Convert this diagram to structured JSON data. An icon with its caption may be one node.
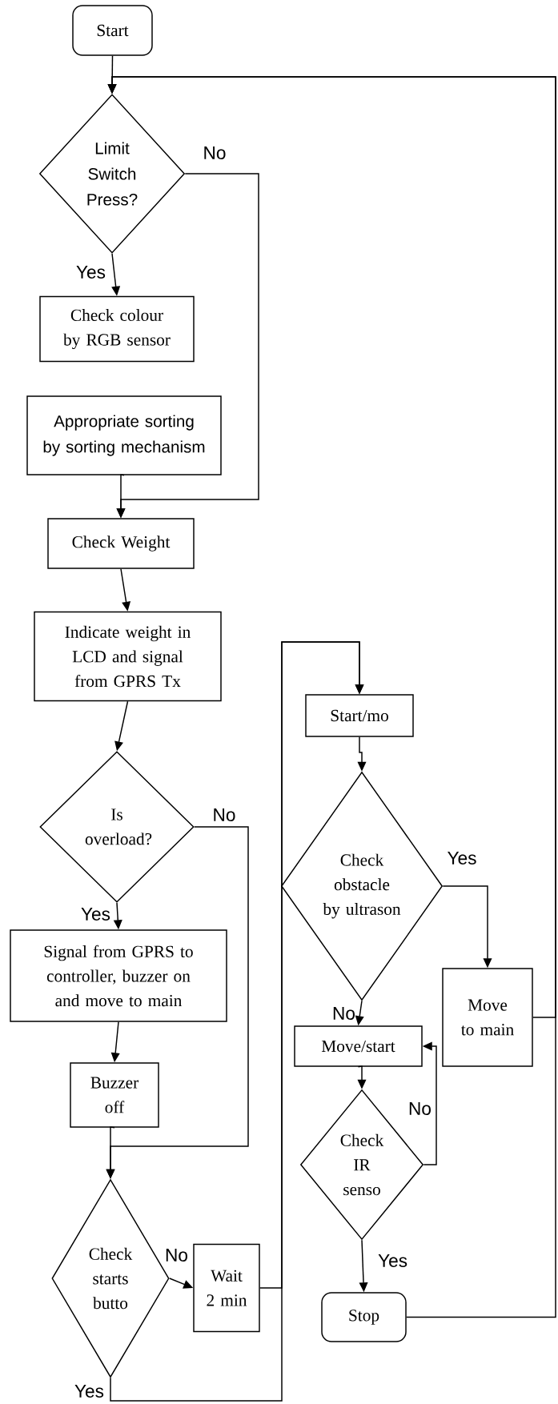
{
  "diagram": {
    "nodes": [
      {
        "text": [
          "Start"
        ]
      },
      {
        "text": [
          "Limit Switch Press?"
        ]
      },
      {
        "text": [
          "Check colour by RGB sensor"
        ]
      },
      {
        "text": [
          "Appropriate sorting by sorting mechanism"
        ]
      },
      {
        "text": [
          "Check Weight"
        ]
      },
      {
        "text": [
          "Indicate weight in LCD and signal from GPRS Tx"
        ]
      },
      {
        "text": [
          "Is overload?"
        ]
      },
      {
        "text": [
          "Signal from GPRS to controller, buzzer on and move to main"
        ]
      },
      {
        "text": [
          "Buzzer off"
        ]
      },
      {
        "text": [
          "Check starts butto"
        ]
      },
      {
        "text": [
          "Wait 2 min"
        ]
      },
      {
        "text": [
          "Start/mo"
        ]
      },
      {
        "text": [
          "Check obstacle by ultrason"
        ]
      },
      {
        "text": [
          "Move to main"
        ]
      },
      {
        "text": [
          "Move/start"
        ]
      },
      {
        "text": [
          "Check IR senso"
        ]
      },
      {
        "text": [
          "Stop"
        ]
      }
    ],
    "edges": [
      {
        "from": 0,
        "to": 1,
        "arrow": "to"
      },
      {
        "from": 1,
        "to": 2,
        "arrow": "to",
        "label": "Yes"
      },
      {
        "from": 1,
        "to": 4,
        "arrow": "to",
        "label": "No"
      },
      {
        "from": 3,
        "to": 4,
        "arrow": "to"
      },
      {
        "from": 4,
        "to": 5,
        "arrow": "to"
      },
      {
        "from": 5,
        "to": 6,
        "arrow": "to"
      },
      {
        "from": 6,
        "to": 7,
        "arrow": "to",
        "label": "Yes"
      },
      {
        "from": 6,
        "to": 9,
        "arrow": "to",
        "label": "No"
      },
      {
        "from": 7,
        "to": 8,
        "arrow": "to"
      },
      {
        "from": 8,
        "to": 9,
        "arrow": "to"
      },
      {
        "from": 9,
        "to": 10,
        "arrow": "to",
        "label": "No"
      },
      {
        "from": 10,
        "to": 11,
        "arrow": "to"
      },
      {
        "from": 9,
        "to": 11,
        "arrow": "to",
        "label": "Yes"
      },
      {
        "from": 11,
        "to": 12,
        "arrow": "to"
      },
      {
        "from": 12,
        "to": 13,
        "arrow": "to",
        "label": "Yes"
      },
      {
        "from": 12,
        "to": 14,
        "arrow": "to",
        "label": "No"
      },
      {
        "from": 13,
        "to": 1,
        "arrow": "to"
      },
      {
        "from": 14,
        "to": 15,
        "arrow": "to"
      },
      {
        "from": 15,
        "to": 14,
        "arrow": "to",
        "label": "No"
      },
      {
        "from": 15,
        "to": 16,
        "arrow": "to",
        "label": "Yes"
      },
      {
        "from": 16,
        "to": 1,
        "arrow": "to"
      }
    ]
  }
}
